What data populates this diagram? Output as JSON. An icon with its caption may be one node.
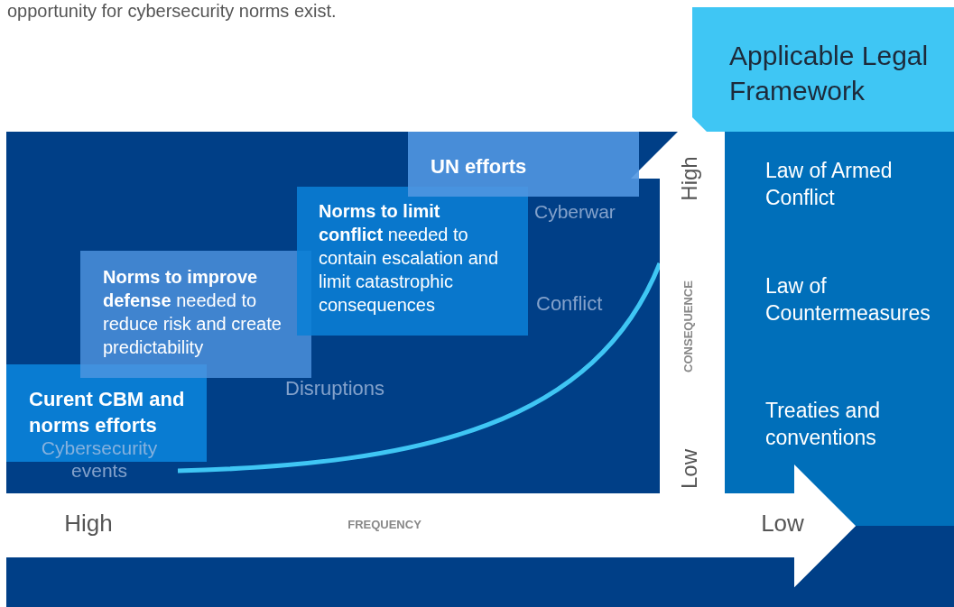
{
  "diagram": {
    "nodes": [
      {
        "text": [
          "Curent CBM and norms efforts"
        ]
      },
      {
        "text": [
          "**Norms to improve defense** needed to reduce risk and create predictability"
        ]
      },
      {
        "text": [
          "**Norms to limit conflict** needed to contain escalation and limit catastrophic consequences"
        ]
      },
      {
        "text": [
          "UN efforts"
        ]
      },
      {
        "text": [
          "Applicable Legal Framework"
        ]
      },
      {
        "text": [
          "Law of Armed Conflict",
          "Law of Countermeasures",
          "Treaties and conventions"
        ]
      }
    ],
    "labels": [
      "opportunity for cybersecurity norms exist.",
      "Cyberwar",
      "Conflict",
      "Disruptions",
      "Cybersecurity events",
      "High",
      "CONSEQUENCE",
      "Low",
      "High",
      "FREQUENCY",
      "Low"
    ]
  }
}
